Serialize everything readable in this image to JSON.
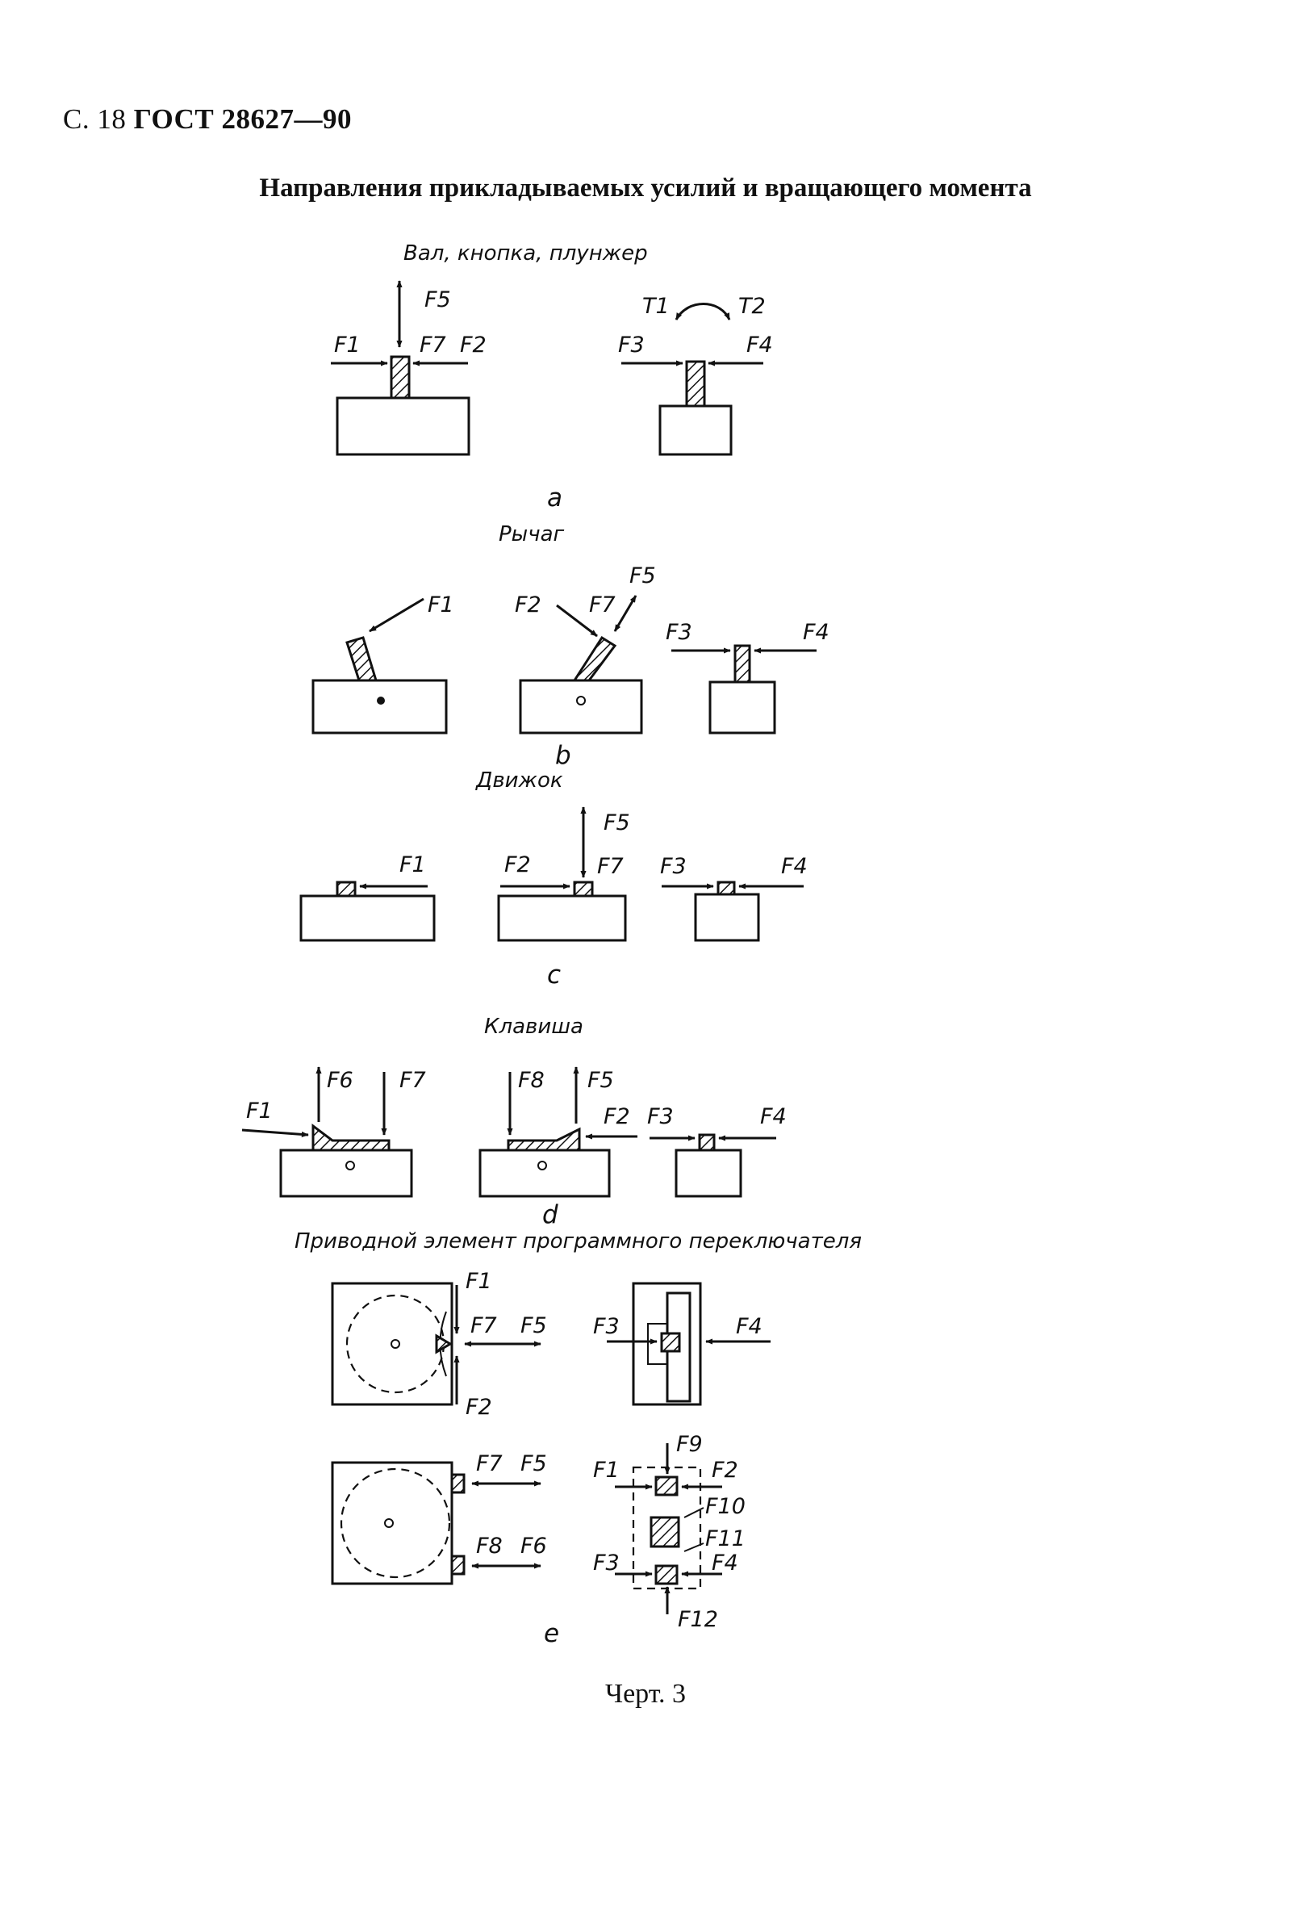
{
  "header": {
    "prefix": "С. 18",
    "code": "ГОСТ 28627—90"
  },
  "title": "Направления прикладываемых усилий и вращающего момента",
  "sections": {
    "a": {
      "title": "Вал, кнопка, плунжер",
      "letter": "a"
    },
    "b": {
      "title": "Рычаг",
      "letter": "b"
    },
    "c": {
      "title": "Движок",
      "letter": "c"
    },
    "d": {
      "title": "Клавиша",
      "letter": "d"
    },
    "e": {
      "title": "Приводной элемент программного переключателя",
      "letter": "e"
    }
  },
  "caption": "Черт. 3"
}
